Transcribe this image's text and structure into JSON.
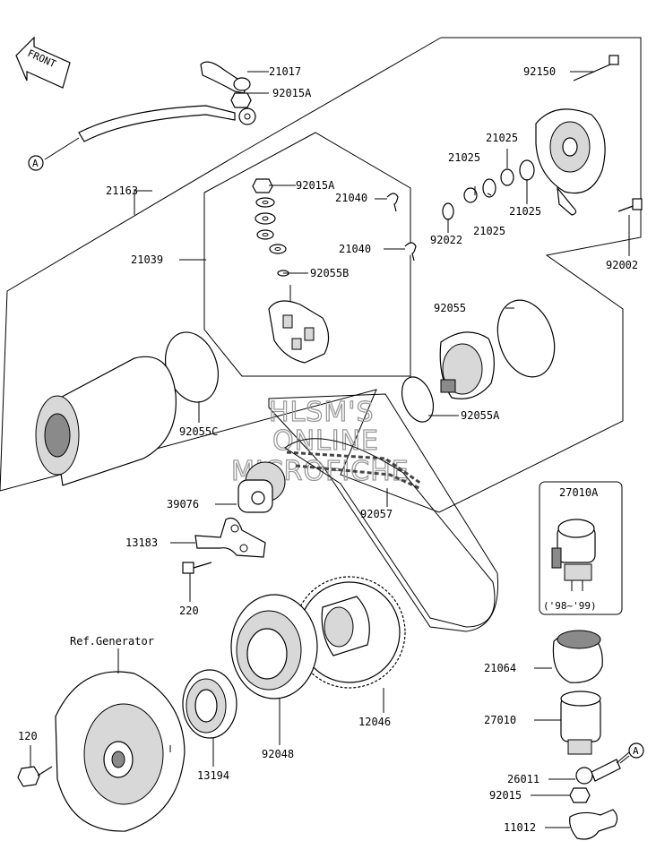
{
  "front_label": "FRONT",
  "ref_label": "Ref.Generator",
  "callout_letter": "A",
  "years_note": "('98~'99)",
  "watermark": [
    "HLSM'S",
    "ONLINE",
    "MICROFICHE"
  ],
  "parts": [
    {
      "id": "p21017",
      "text": "21017"
    },
    {
      "id": "p92015a1",
      "text": "92015A"
    },
    {
      "id": "p92150",
      "text": "92150"
    },
    {
      "id": "p21163",
      "text": "21163"
    },
    {
      "id": "p92015a2",
      "text": "92015A"
    },
    {
      "id": "p21040a",
      "text": "21040"
    },
    {
      "id": "p21025a",
      "text": "21025"
    },
    {
      "id": "p21025b",
      "text": "21025"
    },
    {
      "id": "p21025c",
      "text": "21025"
    },
    {
      "id": "p21025d",
      "text": "21025"
    },
    {
      "id": "p92022",
      "text": "92022"
    },
    {
      "id": "p21039",
      "text": "21039"
    },
    {
      "id": "p21040b",
      "text": "21040"
    },
    {
      "id": "p92055b",
      "text": "92055B"
    },
    {
      "id": "p92002",
      "text": "92002"
    },
    {
      "id": "p92055",
      "text": "92055"
    },
    {
      "id": "p92055a",
      "text": "92055A"
    },
    {
      "id": "p92055c",
      "text": "92055C"
    },
    {
      "id": "p27010a",
      "text": "27010A"
    },
    {
      "id": "p39076",
      "text": "39076"
    },
    {
      "id": "p92057",
      "text": "92057"
    },
    {
      "id": "p13183",
      "text": "13183"
    },
    {
      "id": "p220",
      "text": "220"
    },
    {
      "id": "p21064",
      "text": "21064"
    },
    {
      "id": "p12046",
      "text": "12046"
    },
    {
      "id": "p27010",
      "text": "27010"
    },
    {
      "id": "p120",
      "text": "120"
    },
    {
      "id": "p92048",
      "text": "92048"
    },
    {
      "id": "p13194",
      "text": "13194"
    },
    {
      "id": "p26011",
      "text": "26011"
    },
    {
      "id": "p92015",
      "text": "92015"
    },
    {
      "id": "p11012",
      "text": "11012"
    }
  ]
}
